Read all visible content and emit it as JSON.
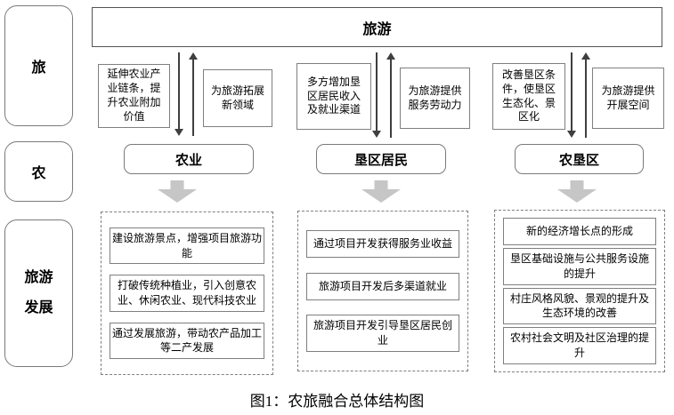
{
  "caption": "图1：农旅融合总体结构图",
  "rows": [
    {
      "label": "旅"
    },
    {
      "label": "农"
    },
    {
      "label": "旅游\n发展"
    }
  ],
  "top_box": {
    "label": "旅游"
  },
  "columns": [
    {
      "entity": "农业",
      "down_note": "延伸农业产业链条，提升农业附加价值",
      "up_note": "为旅游拓展新领域",
      "outcomes": [
        "建设旅游景点，增强项目旅游功能",
        "打破传统种植业，引入创意农业、休闲农业、现代科技农业",
        "通过发展旅游，带动农产品加工等二产发展"
      ]
    },
    {
      "entity": "垦区居民",
      "down_note": "多方增加垦区居民收入及就业渠道",
      "up_note": "为旅游提供服务劳动力",
      "outcomes": [
        "通过项目开发获得服务业收益",
        "旅游项目开发后多渠道就业",
        "旅游项目开发引导垦区居民创业"
      ]
    },
    {
      "entity": "农垦区",
      "down_note": "改善垦区条件，使垦区生态化、景区化",
      "up_note": "为旅游提供开展空间",
      "outcomes": [
        "新的经济增长点的形成",
        "垦区基础设施与公共服务设施的提升",
        "村庄风格风貌、景观的提升及生态环境的改善",
        "农村社会文明及社区治理的提升"
      ]
    }
  ],
  "colors": {
    "box_border": "#7f7f7f",
    "arrow": "#3f3f3f",
    "block_arrow": "#c6c6c6",
    "text": "#000000"
  }
}
